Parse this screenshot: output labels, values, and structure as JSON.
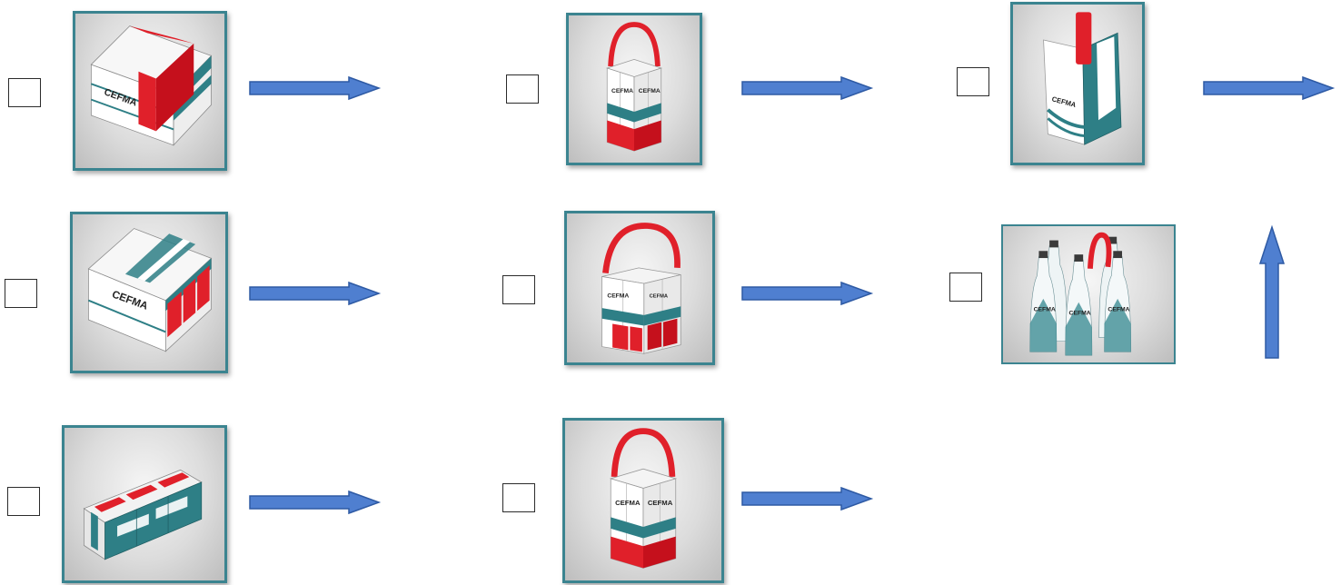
{
  "brand_text": "CEFMA",
  "colors": {
    "frame": "#3b8490",
    "arrow_fill": "#4f7fd0",
    "arrow_stroke": "#2e5aa4",
    "teal": "#2e7f86",
    "red": "#e0202a"
  },
  "items": [
    {
      "id": "r1c1",
      "checked": false,
      "icon": "stacked-boxes-red-band-image"
    },
    {
      "id": "r1c2",
      "checked": false,
      "icon": "handle-box-pack-image"
    },
    {
      "id": "r1c3",
      "checked": false,
      "icon": "carry-bag-image"
    },
    {
      "id": "r2c1",
      "checked": false,
      "icon": "stacked-boxes-product-image"
    },
    {
      "id": "r2c2",
      "checked": false,
      "icon": "wide-handle-box-image"
    },
    {
      "id": "r2c3",
      "checked": false,
      "icon": "bottle-pack-image"
    },
    {
      "id": "r3c1",
      "checked": false,
      "icon": "lying-box-pack-image"
    },
    {
      "id": "r3c2",
      "checked": false,
      "icon": "handle-box-pack-image"
    }
  ]
}
